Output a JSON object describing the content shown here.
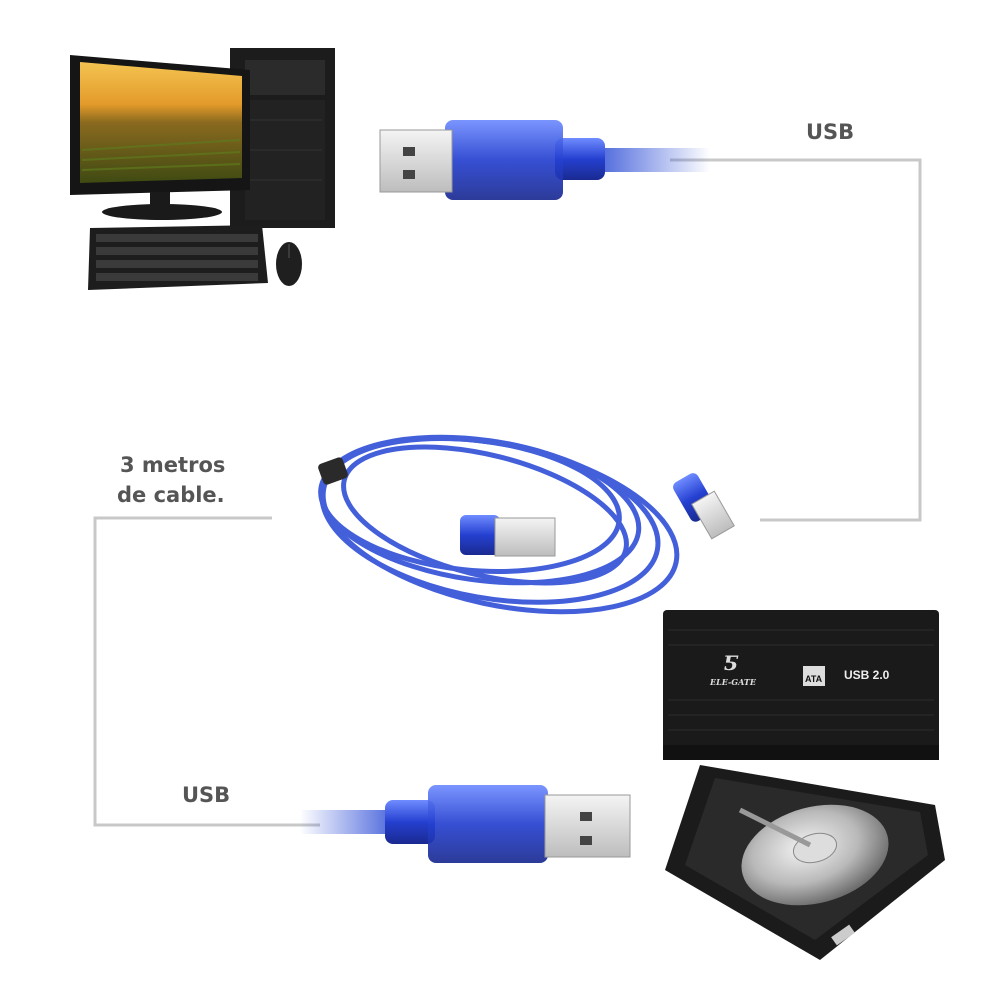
{
  "labels": {
    "usb_top": "USB",
    "cable_length_line1": "3 metros",
    "cable_length_line2": "de cable.",
    "usb_bottom": "USB"
  },
  "enclosure": {
    "brand": "ELE-GATE",
    "interface": "USB 2.0",
    "badge": "ATA"
  },
  "colors": {
    "connector_line": "#c8c8c8",
    "cable_blue": "#2f4fd6",
    "label_text": "#555555",
    "enclosure": "#1a1a1a"
  }
}
